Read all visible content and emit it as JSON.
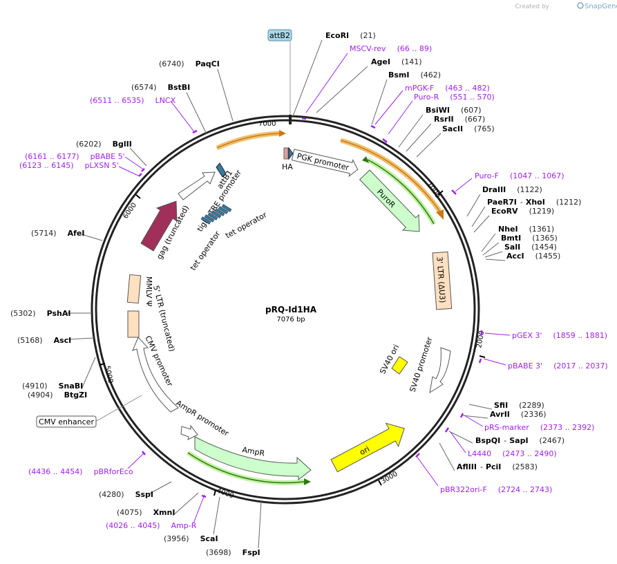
{
  "credit": {
    "text": "Created by",
    "brand": "SnapGene"
  },
  "plasmid": {
    "name": "pRQ-Id1HA",
    "length_label": "7076 bp"
  },
  "ticks": [
    "1000",
    "2000",
    "3000",
    "4000",
    "5000",
    "6000",
    "7000"
  ],
  "restriction_sites": [
    {
      "id": "EcoRI",
      "name": "EcoRI",
      "pos": "(21)"
    },
    {
      "id": "AgeI",
      "name": "AgeI",
      "pos": "(141)"
    },
    {
      "id": "BsmI",
      "name": "BsmI",
      "pos": "(462)"
    },
    {
      "id": "BsiWI",
      "name": "BsiWI",
      "pos": "(607)"
    },
    {
      "id": "RsrII",
      "name": "RsrII",
      "pos": "(667)"
    },
    {
      "id": "SacII",
      "name": "SacII",
      "pos": "(765)"
    },
    {
      "id": "DraIII",
      "name": "DraIII",
      "pos": "(1122)"
    },
    {
      "id": "PaeR7I",
      "name": "PaeR7I",
      "pos": ""
    },
    {
      "id": "XhoI",
      "name": "XhoI",
      "pos": "(1212)"
    },
    {
      "id": "EcoRV",
      "name": "EcoRV",
      "pos": "(1219)"
    },
    {
      "id": "NheI",
      "name": "NheI",
      "pos": "(1361)"
    },
    {
      "id": "BmtI",
      "name": "BmtI",
      "pos": "(1365)"
    },
    {
      "id": "SalI",
      "name": "SalI",
      "pos": "(1454)"
    },
    {
      "id": "AccI",
      "name": "AccI",
      "pos": "(1455)"
    },
    {
      "id": "SfiI",
      "name": "SfiI",
      "pos": "(2289)"
    },
    {
      "id": "AvrII",
      "name": "AvrII",
      "pos": "(2336)"
    },
    {
      "id": "BspQI",
      "name": "BspQI",
      "pos": ""
    },
    {
      "id": "SapI",
      "name": "SapI",
      "pos": "(2467)"
    },
    {
      "id": "AflIII",
      "name": "AflIII",
      "pos": ""
    },
    {
      "id": "PciI",
      "name": "PciI",
      "pos": "(2583)"
    },
    {
      "id": "FspI",
      "name": "FspI",
      "pos": "(3698)"
    },
    {
      "id": "ScaI",
      "name": "ScaI",
      "pos": "(3956)"
    },
    {
      "id": "XmnI",
      "name": "XmnI",
      "pos": "(4075)"
    },
    {
      "id": "SspI",
      "name": "SspI",
      "pos": "(4280)"
    },
    {
      "id": "BtgZI",
      "name": "BtgZI",
      "pos": "(4904)"
    },
    {
      "id": "SnaBI",
      "name": "SnaBI",
      "pos": "(4910)"
    },
    {
      "id": "AscI",
      "name": "AscI",
      "pos": "(5168)"
    },
    {
      "id": "PshAI",
      "name": "PshAI",
      "pos": "(5302)"
    },
    {
      "id": "AfeI",
      "name": "AfeI",
      "pos": "(5714)"
    },
    {
      "id": "BglII",
      "name": "BglII",
      "pos": "(6202)"
    },
    {
      "id": "BstBI",
      "name": "BstBI",
      "pos": "(6574)"
    },
    {
      "id": "PaqCI",
      "name": "PaqCI",
      "pos": "(6740)"
    }
  ],
  "primers": [
    {
      "id": "MSCV-rev",
      "name": "MSCV-rev",
      "range": "(66 .. 89)"
    },
    {
      "id": "mPGK-F",
      "name": "mPGK-F",
      "range": "(463 .. 482)"
    },
    {
      "id": "Puro-R",
      "name": "Puro-R",
      "range": "(551 .. 570)"
    },
    {
      "id": "Puro-F",
      "name": "Puro-F",
      "range": "(1047 .. 1067)"
    },
    {
      "id": "pGEX3",
      "name": "pGEX 3'",
      "range": "(1859 .. 1881)"
    },
    {
      "id": "pBABE3",
      "name": "pBABE 3'",
      "range": "(2017 .. 2037)"
    },
    {
      "id": "pRS-marker",
      "name": "pRS-marker",
      "range": "(2373 .. 2392)"
    },
    {
      "id": "L4440",
      "name": "L4440",
      "range": "(2473 .. 2490)"
    },
    {
      "id": "pBR322ori-F",
      "name": "pBR322ori-F",
      "range": "(2724 .. 2743)"
    },
    {
      "id": "Amp-R",
      "name": "Amp-R",
      "range": "(4026 .. 4045)"
    },
    {
      "id": "pBRforEco",
      "name": "pBRforEco",
      "range": "(4436 .. 4454)"
    },
    {
      "id": "pLXSN5",
      "name": "pLXSN 5'",
      "range": "(6123 .. 6145)"
    },
    {
      "id": "pBABE5",
      "name": "pBABE 5'",
      "range": "(6161 .. 6177)"
    },
    {
      "id": "LNCX",
      "name": "LNCX",
      "range": "(6511 .. 6535)"
    }
  ],
  "features": {
    "attB2": "attB2",
    "HA": "HA",
    "PGK promoter": "PGK promoter",
    "PuroR": "PuroR",
    "LTR3": "3' LTR (ΔU3)",
    "SV40 ori": "SV40 ori",
    "SV40 promoter": "SV40 promoter",
    "ori": "ori",
    "AmpR": "AmpR",
    "AmpR promoter": "AmpR promoter",
    "CMV enhancer": "CMV enhancer",
    "CMV promoter": "CMV promoter",
    "LTR5": "5' LTR (truncated)",
    "MMLV psi": "MMLV Ψ",
    "gag": "gag (truncated)",
    "tight TRE promoter": "tight TRE promoter",
    "attB1": "attB1",
    "tet operator 1": "tet operator",
    "tet operator 2": "tet operator"
  },
  "colors": {
    "backbone": "#222222",
    "primer": "#a020f0",
    "orange_arrow": "#f5a623",
    "green_arrow": "#ccffcc",
    "yellow": "#ffff00",
    "ltr": "#ffe0c0",
    "gag": "#a0305a",
    "teal": "#3a7a96",
    "attB2_fill": "#a8d8ea"
  }
}
